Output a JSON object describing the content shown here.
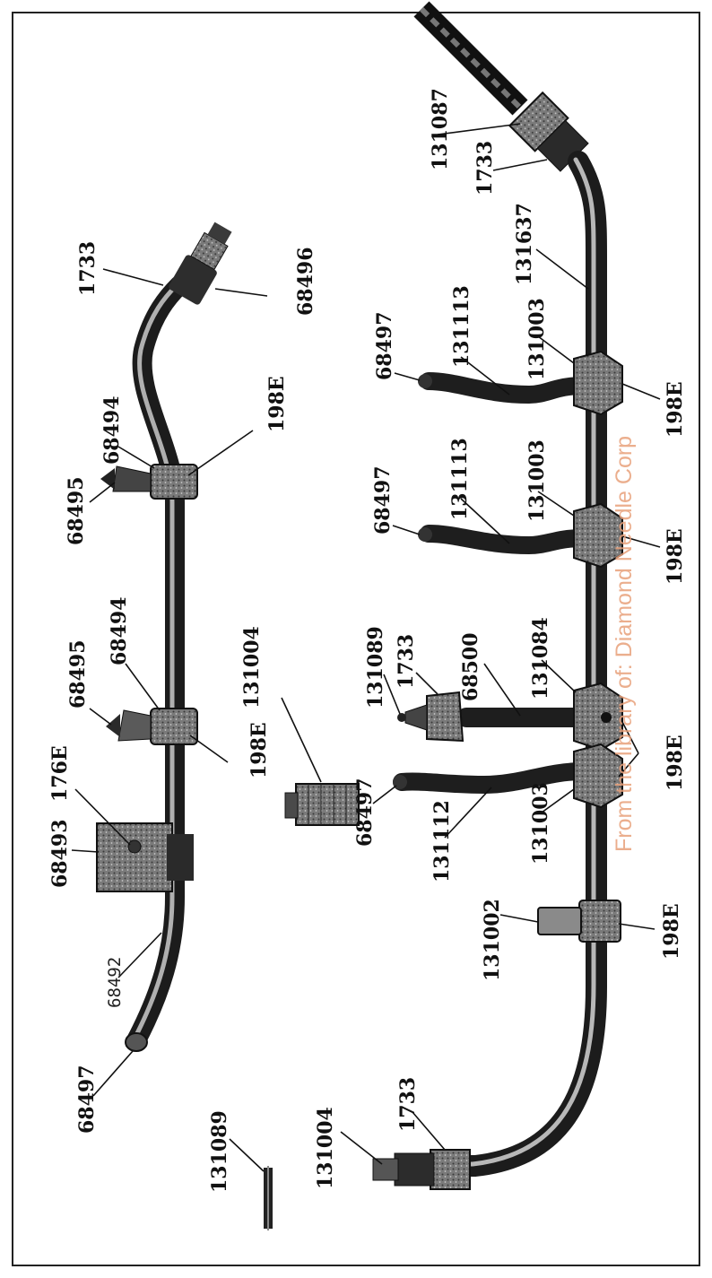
{
  "watermark": "From the library of: Diamond Needle Corp",
  "colors": {
    "pipe": "#2a2a2a",
    "pipe_highlight": "#9a9a9a",
    "fitting": "#6d6d6d",
    "watermark": "#e8a07a",
    "frame": "#222222"
  },
  "upper_assembly": {
    "labels": {
      "fitting_1733": "1733",
      "nut_68496": "68496",
      "tee_68494_a": "68494",
      "nozzle_68495_a": "68495",
      "clamp_198e_a": "198E",
      "tee_68494_b": "68494",
      "nozzle_68495_b": "68495",
      "clamp_198e_b": "198E",
      "screw_176e": "176E",
      "bracket_68493": "68493",
      "pipe_68492": "68492",
      "tip_68497": "68497"
    }
  },
  "loose_parts": {
    "labels": {
      "connector_131004_a": "131004",
      "connector_131004_b": "131004",
      "tube_131089": "131089"
    }
  },
  "lower_assembly": {
    "labels": {
      "fitting_131087": "131087",
      "nut_1733_a": "1733",
      "pipe_131637": "131637",
      "tip_68497_a": "68497",
      "branch_131113_a": "131113",
      "tee_131003_a": "131003",
      "clamp_198e_a": "198E",
      "tip_68497_b": "68497",
      "branch_131113_b": "131113",
      "tee_131003_b": "131003",
      "clamp_198e_b": "198E",
      "tube_131089": "131089",
      "nut_1733_b": "1733",
      "branch_68500": "68500",
      "tee_131084": "131084",
      "clamp_198e_c": "198E",
      "tip_68497_c": "68497",
      "branch_131112": "131112",
      "tee_131003_c": "131003",
      "plug_131002": "131002",
      "clamp_198e_d": "198E",
      "nut_1733_c": "1733"
    }
  }
}
